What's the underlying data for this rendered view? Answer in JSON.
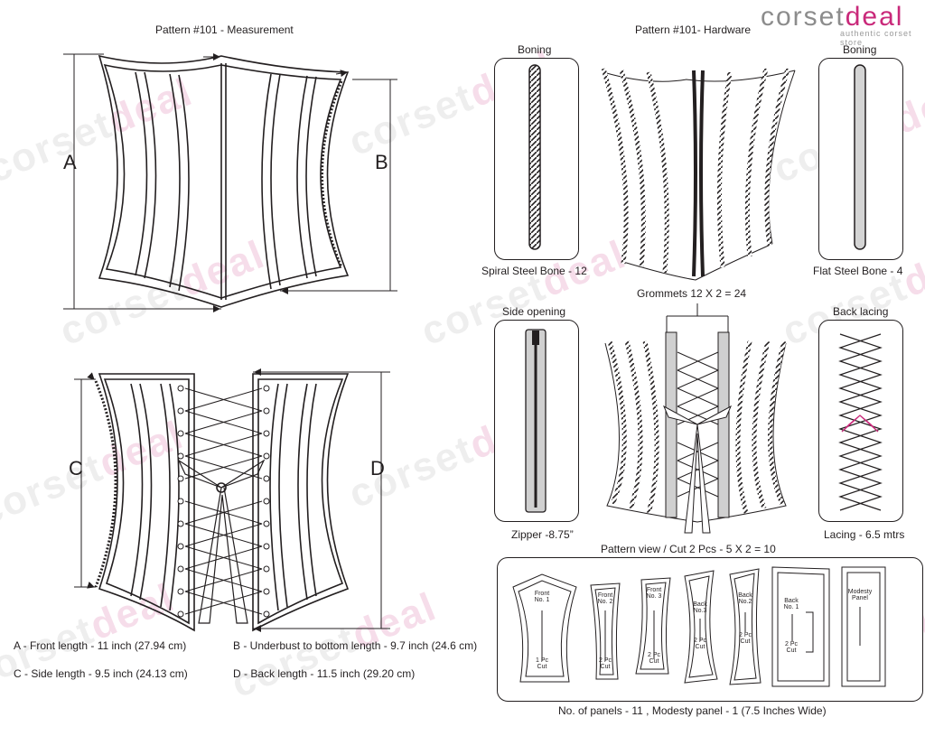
{
  "brand": {
    "name_gray": "corset",
    "name_pink": "deal",
    "tagline": "authentic corset store"
  },
  "titles": {
    "measurement": "Pattern #101 -  Measurement",
    "hardware": "Pattern #101-  Hardware"
  },
  "letters": {
    "a": "A",
    "b": "B",
    "c": "C",
    "d": "D"
  },
  "hardware": {
    "boning_left": "Boning",
    "spiral": "Spiral Steel Bone - 12",
    "boning_right": "Boning",
    "flat": "Flat Steel Bone - 4",
    "grommets": "Grommets 12 X 2 = 24",
    "side_opening": "Side opening",
    "zipper": "Zipper -8.75”",
    "back_lacing": "Back lacing",
    "lacing": "Lacing - 6.5 mtrs"
  },
  "measurements": {
    "a": "A - Front length - 11 inch (27.94 cm)",
    "b": "B - Underbust to bottom length - 9.7 inch (24.6 cm)",
    "c": "C - Side length - 9.5  inch  (24.13 cm)",
    "d": "D - Back length - 11.5 inch (29.20 cm)"
  },
  "pattern": {
    "title": "Pattern view  /  Cut 2 Pcs - 5 X 2 = 10",
    "footer": "No. of panels - 11  , Modesty panel - 1 (7.5 Inches Wide)",
    "pieces": [
      {
        "name": "Front\nNo. 1",
        "cut": "1 Pc\nCut"
      },
      {
        "name": "Front\nNo. 2",
        "cut": "2 Pc\nCut"
      },
      {
        "name": "Front\nNo. 3",
        "cut": "2 Pc\nCut"
      },
      {
        "name": "Back\nNo.3",
        "cut": "2 Pc\nCut"
      },
      {
        "name": "Back\nNo.2",
        "cut": "2 Pc\nCut"
      },
      {
        "name": "Back\nNo. 1",
        "cut": "2 Pc\nCut"
      },
      {
        "name": "Modesty\nPanel",
        "cut": ""
      }
    ]
  }
}
